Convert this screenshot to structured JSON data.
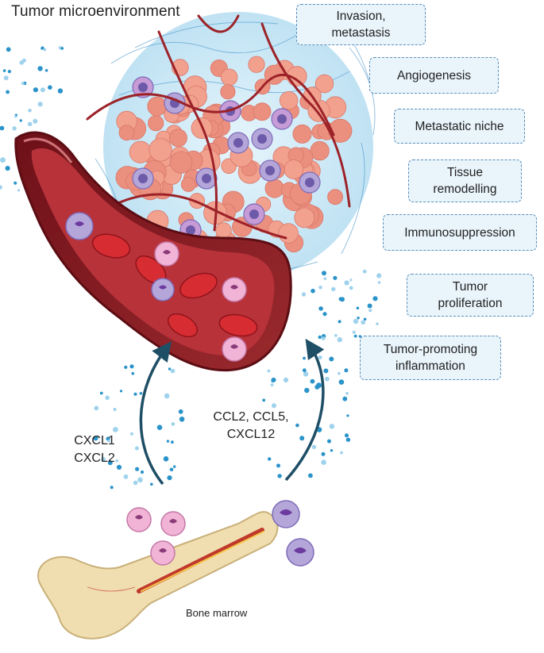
{
  "title": "Tumor microenvironment",
  "outcomes": [
    {
      "id": "invasion",
      "label": "Invasion,\nmetastasis"
    },
    {
      "id": "angiogenesis",
      "label": "Angiogenesis"
    },
    {
      "id": "metastatic-niche",
      "label": "Metastatic niche"
    },
    {
      "id": "tissue-remodelling",
      "label": "Tissue\nremodelling"
    },
    {
      "id": "immunosuppression",
      "label": "Immunosuppression"
    },
    {
      "id": "tumor-proliferation",
      "label": "Tumor\nproliferation"
    },
    {
      "id": "tumor-promoting-inflammation",
      "label": "Tumor-promoting\ninflammation"
    }
  ],
  "chemokines": {
    "left": "CXCL1\nCXCL2",
    "right": "CCL2, CCL5,\nCXCL12"
  },
  "bone_marrow_label": "Bone marrow",
  "colors": {
    "box_border": "#5a8fba",
    "box_fill": "#e9f4fb",
    "vessel": "#8a1c24",
    "tumor_cell": "#f2a18e",
    "neutrophil": "#f1b3d6",
    "monocyte": "#b4a6d9",
    "arrow": "#1f4f66",
    "dots": "#2a93c9",
    "halo": "#cfe9f7"
  }
}
